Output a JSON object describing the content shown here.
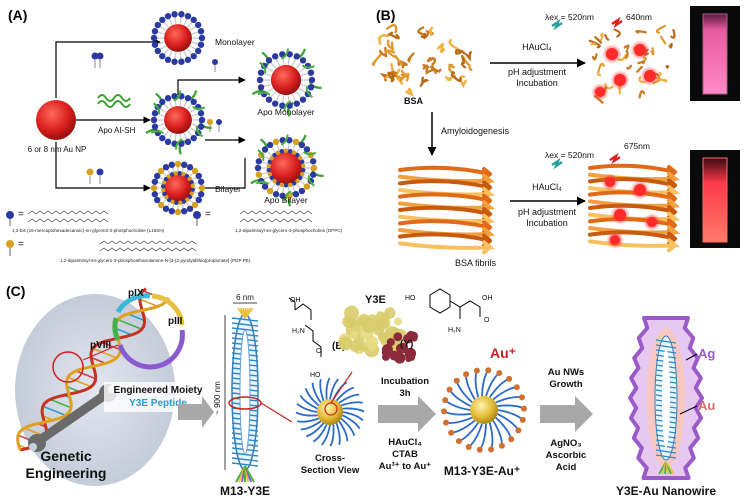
{
  "panel_a": {
    "label": "(A)",
    "nanoparticle": "6 or 8 nm Au NP",
    "apo_reagent": "Apo AI-SH",
    "outcomes": [
      "Monolayer",
      "Apo Monolayer",
      "Bilayer",
      "Apo Bilayer"
    ],
    "lipids": [
      "1,2-bis (16-mercaptohexadecanoic)-sn-glycerol-3-phosphocholine (L16SH)",
      "1,2-dipalmitoyl-sn-glycero-3-phosphocholine (DPPC)",
      "1,2-dipalmitoyl-sn-glycero-3-phosphoethanolamine-N-[3-(2-pyridyldithio)propionate] (PDP PE)"
    ]
  },
  "panel_b": {
    "label": "(B)",
    "protein": "BSA",
    "reagent": "HAuCl₄",
    "steps": [
      "pH adjustment",
      "Incubation"
    ],
    "excitation": "λex = 520nm",
    "emission_top": "640nm",
    "emission_bottom": "675nm",
    "process": "Amyloidogenesis",
    "fibrils": "BSA fibrils"
  },
  "panel_c": {
    "label": "(C)",
    "genetic": "Genetic Engineering",
    "proteins": [
      "pIX",
      "pIII",
      "pVIII"
    ],
    "engineered": "Engineered Moiety",
    "peptide": "Y3E Peptide",
    "dim_width": "6 nm",
    "dim_length": "~ 900 nm",
    "y3e": "Y3E",
    "res_e": "(E)",
    "res_y": "(Y)",
    "phage": "M13-Y3E",
    "cross_section": "Cross-Section View",
    "incubation": [
      "Incubation",
      "3h"
    ],
    "reagents1": [
      "HAuCl₄",
      "CTAB",
      "Au³⁺ to Au⁺"
    ],
    "au_plus": "Au⁺",
    "complex": "M13-Y3E-Au⁺",
    "growth": [
      "Au NWs",
      "Growth"
    ],
    "reagents2": [
      "AgNO₃",
      "Ascorbic",
      "Acid"
    ],
    "ag": "Ag",
    "au": "Au",
    "product": "Y3E-Au Nanowire"
  },
  "colors": {
    "gold": "#c8a830",
    "red": "#cc2222",
    "blue": "#1a3a9a",
    "purple": "#9a5bc8",
    "arrow": "#a8a8a8"
  }
}
